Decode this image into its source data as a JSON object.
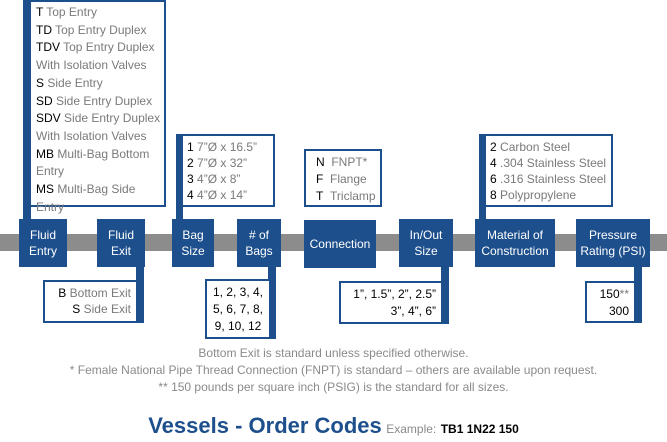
{
  "categories": {
    "fluid_entry": "Fluid Entry",
    "fluid_exit": "Fluid Exit",
    "bag_size": "Bag Size",
    "num_bags": "# of Bags",
    "connection": "Connection",
    "inout_size": "In/Out Size",
    "material": "Material of Construction",
    "pressure": "Pressure Rating (PSI)"
  },
  "fluid_entry_options": [
    {
      "code": "T",
      "desc": "Top Entry"
    },
    {
      "code": "TD",
      "desc": "Top Entry Duplex"
    },
    {
      "code": "TDV",
      "desc": "Top Entry Duplex"
    },
    {
      "code": "",
      "desc": "With Isolation Valves"
    },
    {
      "code": "S",
      "desc": "Side Entry"
    },
    {
      "code": "SD",
      "desc": "Side Entry Duplex"
    },
    {
      "code": "SDV",
      "desc": "Side Entry Duplex"
    },
    {
      "code": "",
      "desc": "With Isolation Valves"
    },
    {
      "code": "MB",
      "desc": "Multi-Bag Bottom"
    },
    {
      "code": "",
      "desc": "Entry"
    },
    {
      "code": "MS",
      "desc": "Multi-Bag Side"
    },
    {
      "code": "",
      "desc": "Entry"
    }
  ],
  "fluid_exit_options": [
    {
      "code": "B",
      "desc": "Bottom Exit"
    },
    {
      "code": "S",
      "desc": "Side Exit"
    }
  ],
  "bag_size_options": [
    {
      "code": "1",
      "desc": "7”Ø x 16.5”"
    },
    {
      "code": "2",
      "desc": "7”Ø x 32”"
    },
    {
      "code": "3",
      "desc": "4”Ø x 8”"
    },
    {
      "code": "4",
      "desc": "4”Ø x 14”"
    }
  ],
  "num_bags_options": [
    "1, 2, 3, 4,",
    "5, 6, 7, 8,",
    "9, 10, 12"
  ],
  "connection_options": [
    {
      "code": "N",
      "desc": "FNPT*"
    },
    {
      "code": "F",
      "desc": "Flange"
    },
    {
      "code": "T",
      "desc": "Triclamp"
    }
  ],
  "inout_size_options": [
    "1”, 1.5”, 2”, 2.5”",
    "3”, 4”, 6”"
  ],
  "material_options": [
    {
      "code": "2",
      "desc": "Carbon Steel"
    },
    {
      "code": "4",
      "desc": ".304 Stainless Steel"
    },
    {
      "code": "6",
      "desc": ".316 Stainless Steel"
    },
    {
      "code": "8",
      "desc": "Polypropylene"
    }
  ],
  "pressure_options": [
    {
      "value": "150",
      "mark": "**"
    },
    {
      "value": "300",
      "mark": ""
    }
  ],
  "notes": [
    "Bottom Exit is standard unless specified otherwise.",
    "* Female National Pipe Thread Connection (FNPT) is standard – others are available upon request.",
    "** 150 pounds per square inch (PSIG) is the standard for all sizes."
  ],
  "title": {
    "main": "Vessels - Order Codes",
    "example_label": "Example:",
    "example_code": "TB1 1N22 150"
  },
  "colors": {
    "accent": "#1d4f8c",
    "bar": "#8c8c8c",
    "muted": "#7a7a7a"
  }
}
